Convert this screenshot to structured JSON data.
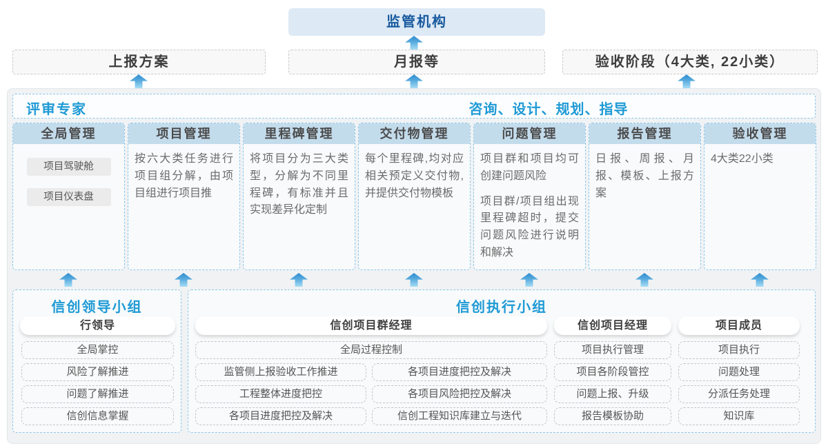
{
  "colors": {
    "accent_blue": "#1e9ad5",
    "navy_title": "#17599e",
    "regulator_bg": "#dde9f5",
    "column_header_bg": "#c3dcec",
    "blue_dash_border": "#8cc6e9",
    "arrow_gradient_top": "#2f8cd0",
    "arrow_gradient_bottom": "#a8dcf5"
  },
  "top": {
    "regulator": "监管机构"
  },
  "report_row": [
    {
      "label": "上报方案"
    },
    {
      "label": "月报等"
    },
    {
      "label": "验收阶段（4大类, 22小类）"
    }
  ],
  "experts_band": {
    "left": "评审专家",
    "right": "咨询、设计、规划、指导"
  },
  "columns": [
    {
      "header": "全局管理",
      "chips": [
        "项目驾驶舱",
        "项目仪表盘"
      ]
    },
    {
      "header": "项目管理",
      "body": "按六大类任务进行项目组分解，由项目组进行项目推"
    },
    {
      "header": "里程碑管理",
      "body": "将项目分为三大类型，分解为不同里程碑，有标准并且实现差异化定制"
    },
    {
      "header": "交付物管理",
      "body": "每个里程碑,均对应相关预定义交付物,并提供交付物模板"
    },
    {
      "header": "问题管理",
      "body1": "项目群和项目均可创建问题风险",
      "body2": "项目群/项目组出现里程碑超时，提交问题风险进行说明和解决"
    },
    {
      "header": "报告管理",
      "body": "日报、周报、月报、模板、上报方案"
    },
    {
      "header": "验收管理",
      "body": "4大类22小类"
    }
  ],
  "leadership_group": {
    "title": "信创领导小组",
    "role": "行领导",
    "items": [
      "全局掌控",
      "风险了解推进",
      "问题了解推进",
      "信创信息掌握"
    ]
  },
  "execution_group": {
    "title": "信创执行小组",
    "program_manager": {
      "role": "信创项目群经理",
      "full_item": "全局过程控制",
      "left_items": [
        "监管侧上报验收工作推进",
        "工程整体进度把控",
        "各项目进度把控及解决"
      ],
      "right_items": [
        "各项目进度把控及解决",
        "各项目风险把控及解决",
        "信创工程知识库建立与迭代"
      ]
    },
    "project_manager": {
      "role": "信创项目经理",
      "items": [
        "项目执行管理",
        "项目各阶段管控",
        "问题上报、升级",
        "报告模板协助"
      ]
    },
    "member": {
      "role": "项目成员",
      "items": [
        "项目执行",
        "问题处理",
        "分派任务处理",
        "知识库"
      ]
    }
  }
}
